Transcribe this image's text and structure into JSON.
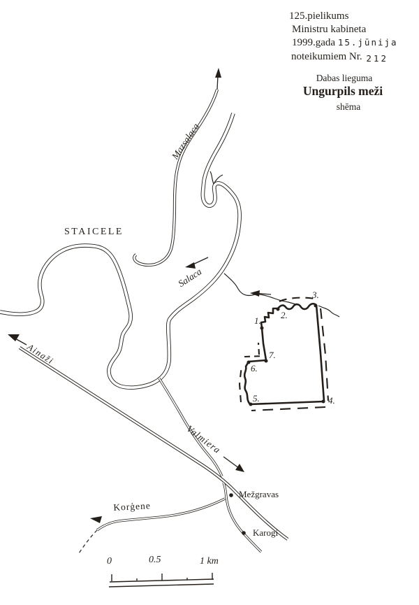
{
  "header": {
    "appendix": "125.pielikums",
    "cabinet": "Ministru kabineta",
    "year": "1999.gada",
    "date_mono": "15.jūnija",
    "regulation": "noteikumiem Nr.",
    "regulation_no": "212",
    "reserve_type": "Dabas lieguma",
    "reserve_name": "Ungurpils meži",
    "scheme": "shēma"
  },
  "map": {
    "town": "STAICELE",
    "river": "Salaca",
    "roads": {
      "mazsalaca": "Mazsalaca",
      "ainazi": "Ainaži",
      "valmiera": "Valmiera",
      "korgene": "Korģene"
    },
    "settlements": [
      {
        "name": "Mežgravas"
      },
      {
        "name": "Karogi"
      }
    ],
    "boundary_points": [
      "1.",
      "2.",
      "3.",
      "4.",
      "5.",
      "6.",
      "7."
    ]
  },
  "scale_bar": {
    "labels": [
      "0",
      "0.5",
      "1 km"
    ]
  },
  "colors": {
    "ink": "#241f1a",
    "paper": "#ffffff"
  }
}
